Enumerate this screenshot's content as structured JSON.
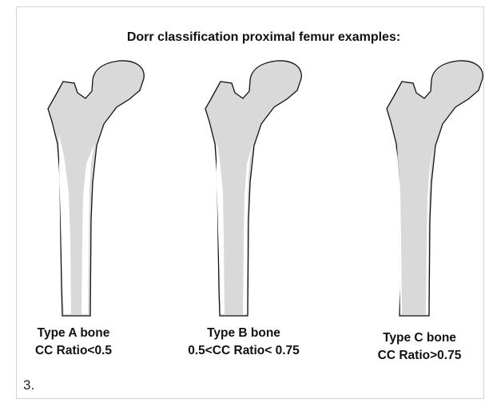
{
  "title": "Dorr classification proximal femur examples:",
  "bones": [
    {
      "type_label": "Type A bone",
      "ratio_label": "CC Ratio<0.5"
    },
    {
      "type_label": "Type B bone",
      "ratio_label": "0.5<CC Ratio< 0.75"
    },
    {
      "type_label": "Type C bone",
      "ratio_label": "CC Ratio>0.75"
    }
  ],
  "footnote": "3.",
  "colors": {
    "bone_fill": "#d9d9d9",
    "cortex": "#ffffff",
    "outline": "#111111",
    "frame_border": "#d4d4d4"
  }
}
